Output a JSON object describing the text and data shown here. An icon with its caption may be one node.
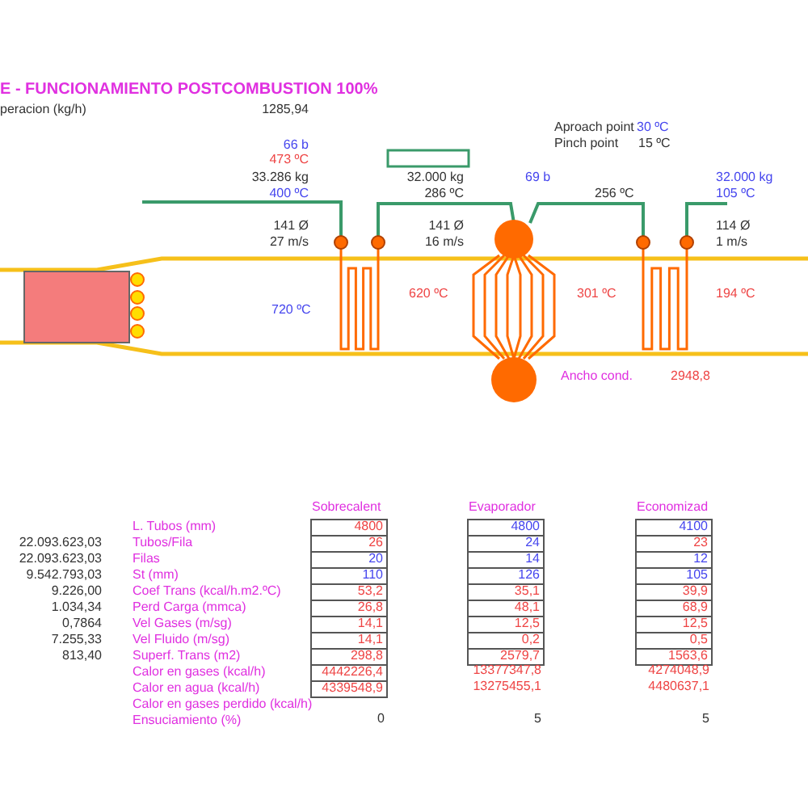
{
  "diagram": {
    "title": "E - FUNCIONAMIENTO POSTCOMBUSTION 100%",
    "labels": [
      "peracion (kg/h)",
      "1285,94",
      "Aproach point",
      "30 ºC",
      "66 b",
      "Pinch point",
      "15 ºC",
      "473 ºC",
      "33.286 kg",
      "32.000 kg",
      "69 b",
      "32.000 kg",
      "400 ºC",
      "286 ºC",
      "256 ºC",
      "105 ºC",
      "141 Ø",
      "141 Ø",
      "114 Ø",
      "27 m/s",
      "16 m/s",
      "1 m/s",
      "620 ºC",
      "301 ºC",
      "194 ºC",
      "720 ºC",
      "Ancho cond.",
      "2948,8",
      "Sobrecalent",
      "Evaporador",
      "Economizad",
      "L. Tubos (mm)",
      "4800",
      "4800",
      "4100",
      "22.093.623,03",
      "Tubos/Fila",
      "26",
      "24",
      "23",
      "22.093.623,03",
      "Filas",
      "20",
      "14",
      "12",
      "9.542.793,03",
      "St (mm)",
      "110",
      "126",
      "105",
      "9.226,00",
      "Coef Trans (kcal/h.m2.ºC)",
      "53,2",
      "35,1",
      "39,9",
      "1.034,34",
      "Perd Carga (mmca)",
      "26,8",
      "48,1",
      "68,9",
      "0,7864",
      "Vel Gases (m/sg)",
      "14,1",
      "12,5",
      "12,5",
      "7.255,33",
      "Vel Fluido (m/sg)",
      "14,1",
      "0,2",
      "0,5",
      "813,40",
      "Superf. Trans (m2)",
      "298,8",
      "2579,7",
      "1563,6",
      "Calor en gases (kcal/h)",
      "4442226,4",
      "13377347,8",
      "4274048,9",
      "Calor en agua (kcal/h)",
      "4339548,9",
      "13275455,1",
      "4480637,1",
      "Calor en gases perdido (kcal/h)",
      "Ensuciamiento (%)",
      "0",
      "5",
      "5"
    ]
  }
}
